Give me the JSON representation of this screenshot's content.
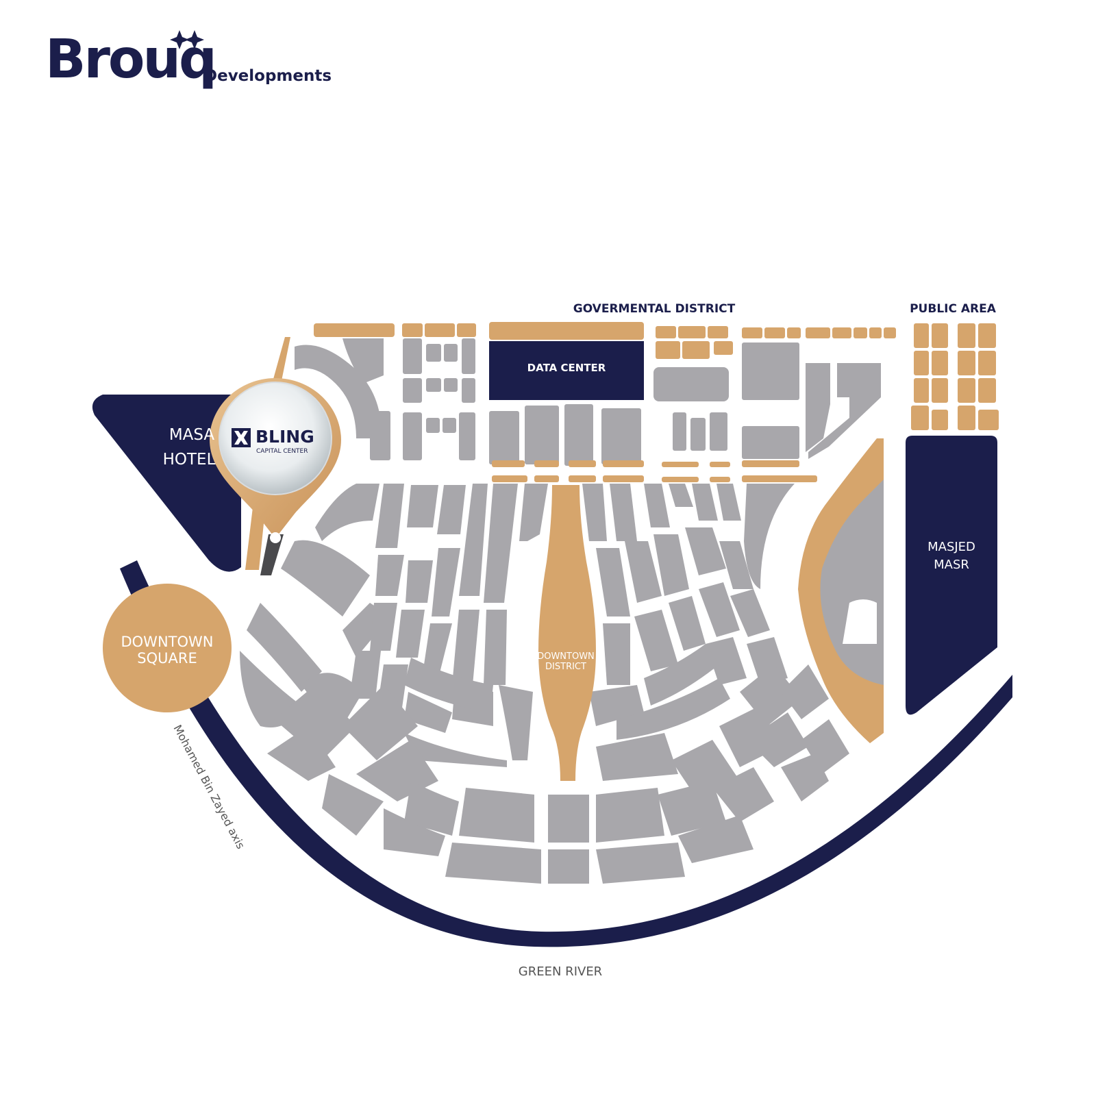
{
  "brand": {
    "name": "Brouq",
    "tagline": "Developments",
    "primary_color": "#1b1e4b",
    "accent_color": "#d6a56c"
  },
  "colors": {
    "navy": "#1b1e4b",
    "gold": "#d6a56c",
    "block_gray": "#a8a7ab",
    "road_white": "#ffffff",
    "label_gray": "#555555"
  },
  "labels": {
    "governmental_district": "GOVERMENTAL DISTRICT",
    "public_area": "PUBLIC AREA",
    "data_center": "DATA CENTER",
    "masa_hotel_line1": "MASA",
    "masa_hotel_line2": "HOTEL",
    "masjed_masr_line1": "MASJED",
    "masjed_masr_line2": "MASR",
    "downtown_square_line1": "DOWNTOWN",
    "downtown_square_line2": "SQUARE",
    "downtown_district_line1": "DOWNTOWN",
    "downtown_district_line2": "DISTRICT",
    "mbz_axis": "Mohamed Bin Zayed axis",
    "green_river": "GREEN RIVER"
  },
  "marker": {
    "title": "BLING",
    "subtitle": "CAPITAL CENTER",
    "icon": "map-pin-icon"
  }
}
